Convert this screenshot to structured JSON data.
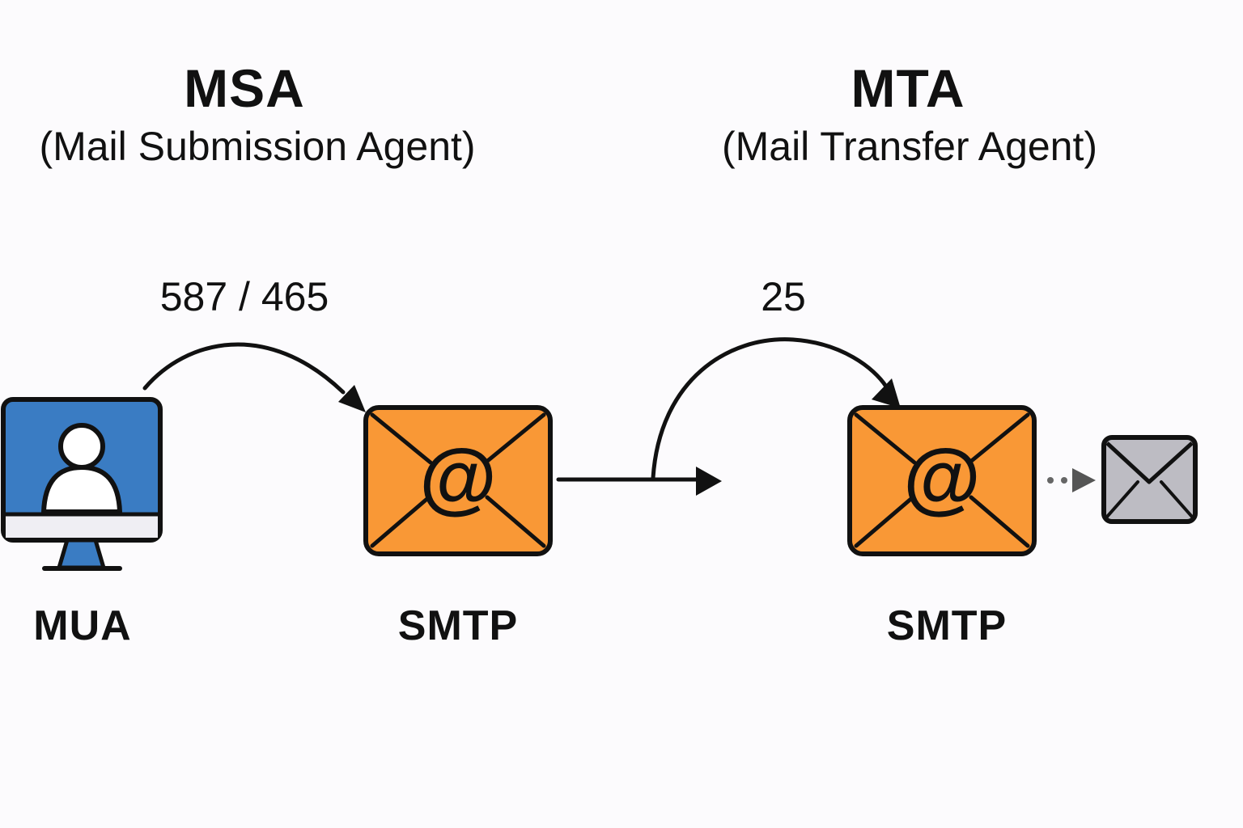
{
  "msa": {
    "title": "MSA",
    "subtitle": "(Mail Submission Agent)",
    "port": "587 / 465"
  },
  "mta": {
    "title": "MTA",
    "subtitle": "(Mail Transfer Agent)",
    "port": "25"
  },
  "nodes": {
    "mua_label": "MUA",
    "msa_server_label": "SMTP",
    "mta_server_label": "SMTP"
  },
  "icons": {
    "mua": "user-monitor-icon",
    "msa_server": "at-envelope-icon",
    "mta_server": "at-envelope-icon",
    "recipient": "envelope-icon"
  },
  "colors": {
    "monitor_blue": "#3a7cc3",
    "envelope_orange": "#f99836",
    "recipient_gray": "#bdbcc3",
    "outline": "#111111"
  }
}
